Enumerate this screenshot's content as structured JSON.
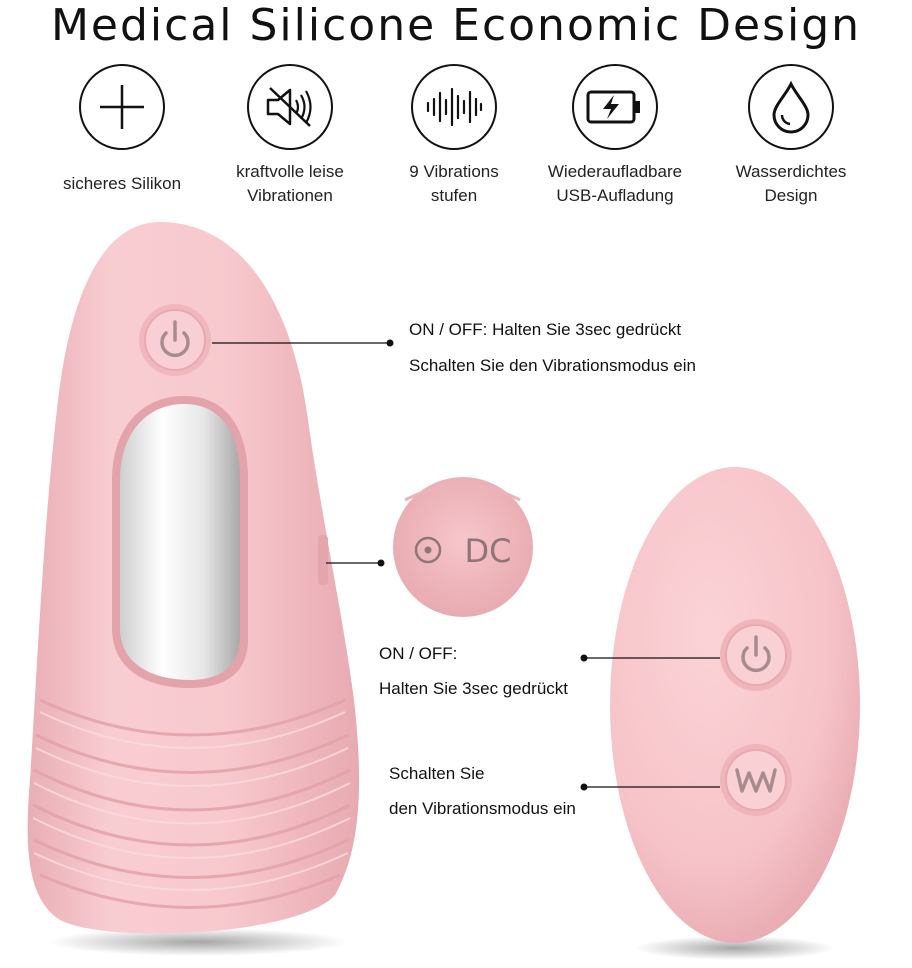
{
  "title": "Medical Silicone Economic Design",
  "features": [
    {
      "icon": "plus-icon",
      "lines": [
        "sicheres Silikon"
      ]
    },
    {
      "icon": "mute-speaker-icon",
      "lines": [
        "kraftvolle leise",
        "Vibrationen"
      ]
    },
    {
      "icon": "soundwave-icon",
      "lines": [
        "9 Vibrations",
        "stufen"
      ]
    },
    {
      "icon": "battery-charging-icon",
      "lines": [
        "Wiederaufladbare",
        "USB-Aufladung"
      ]
    },
    {
      "icon": "water-drop-icon",
      "lines": [
        "Wasserdichtes",
        "Design"
      ]
    }
  ],
  "device_notes": {
    "power_line1": "ON / OFF: Halten Sie 3sec gedrückt",
    "power_line2": "Schalten Sie den Vibrationsmodus ein"
  },
  "charging_port": {
    "label": "DC"
  },
  "remote_notes": {
    "onoff_line1": "ON / OFF:",
    "onoff_line2": "Halten Sie 3sec gedrückt",
    "mode_line1": "Schalten Sie",
    "mode_line2": "den Vibrationsmodus ein"
  },
  "colors": {
    "silicone_pink": "#f5c4c9",
    "dark_pink": "#e4a9af",
    "text": "#111111"
  }
}
